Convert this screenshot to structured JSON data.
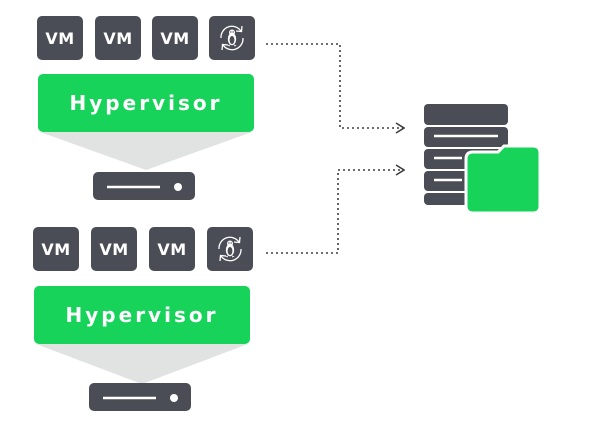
{
  "colors": {
    "tile": "#4a4d55",
    "hypervisor": "#17d35a",
    "cone": "#e1e2e2",
    "folder": "#17d35a",
    "connector": "#3c3f44"
  },
  "icons": {
    "agent": "linux-sync-icon",
    "server": "server-icon",
    "storage": "backup-storage-icon",
    "folder": "folder-icon"
  },
  "hosts": [
    {
      "vms": [
        "VM",
        "VM",
        "VM"
      ],
      "hypervisor_label": "Hypervisor"
    },
    {
      "vms": [
        "VM",
        "VM",
        "VM"
      ],
      "hypervisor_label": "Hypervisor"
    }
  ]
}
